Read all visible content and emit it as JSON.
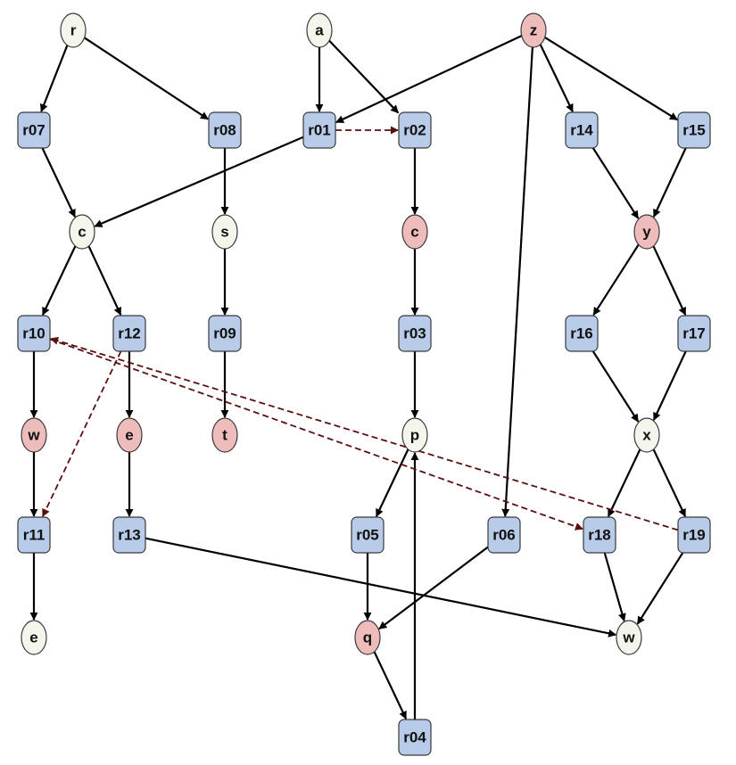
{
  "colors": {
    "rect_fill": "#b8cbe8",
    "rect_stroke": "#3a3a3a",
    "species_fill_default": "#f4f6ec",
    "species_fill_highlight": "#efbcbc",
    "edge": "#000000",
    "edge_modifier": "#5c0f0f"
  },
  "diagram": {
    "nodes": [
      {
        "id": "sp_r",
        "label": "r",
        "shape": "ellipse",
        "fill": "default"
      },
      {
        "id": "sp_a",
        "label": "a",
        "shape": "ellipse",
        "fill": "default"
      },
      {
        "id": "sp_z",
        "label": "z",
        "shape": "ellipse",
        "fill": "highlight"
      },
      {
        "id": "r07",
        "label": "r07",
        "shape": "rect"
      },
      {
        "id": "r08",
        "label": "r08",
        "shape": "rect"
      },
      {
        "id": "r01",
        "label": "r01",
        "shape": "rect"
      },
      {
        "id": "r02",
        "label": "r02",
        "shape": "rect"
      },
      {
        "id": "r14",
        "label": "r14",
        "shape": "rect"
      },
      {
        "id": "r15",
        "label": "r15",
        "shape": "rect"
      },
      {
        "id": "sp_c1",
        "label": "c",
        "shape": "ellipse",
        "fill": "default"
      },
      {
        "id": "sp_s",
        "label": "s",
        "shape": "ellipse",
        "fill": "default"
      },
      {
        "id": "sp_c2",
        "label": "c",
        "shape": "ellipse",
        "fill": "highlight"
      },
      {
        "id": "sp_y",
        "label": "y",
        "shape": "ellipse",
        "fill": "highlight"
      },
      {
        "id": "r10",
        "label": "r10",
        "shape": "rect"
      },
      {
        "id": "r12",
        "label": "r12",
        "shape": "rect"
      },
      {
        "id": "r09",
        "label": "r09",
        "shape": "rect"
      },
      {
        "id": "r03",
        "label": "r03",
        "shape": "rect"
      },
      {
        "id": "r16",
        "label": "r16",
        "shape": "rect"
      },
      {
        "id": "r17",
        "label": "r17",
        "shape": "rect"
      },
      {
        "id": "sp_w1",
        "label": "w",
        "shape": "ellipse",
        "fill": "highlight"
      },
      {
        "id": "sp_e1",
        "label": "e",
        "shape": "ellipse",
        "fill": "highlight"
      },
      {
        "id": "sp_t",
        "label": "t",
        "shape": "ellipse",
        "fill": "highlight"
      },
      {
        "id": "sp_p",
        "label": "p",
        "shape": "ellipse",
        "fill": "default"
      },
      {
        "id": "sp_x",
        "label": "x",
        "shape": "ellipse",
        "fill": "default"
      },
      {
        "id": "r11",
        "label": "r11",
        "shape": "rect"
      },
      {
        "id": "r13",
        "label": "r13",
        "shape": "rect"
      },
      {
        "id": "r05",
        "label": "r05",
        "shape": "rect"
      },
      {
        "id": "r06",
        "label": "r06",
        "shape": "rect"
      },
      {
        "id": "r18",
        "label": "r18",
        "shape": "rect"
      },
      {
        "id": "r19",
        "label": "r19",
        "shape": "rect"
      },
      {
        "id": "sp_e2",
        "label": "e",
        "shape": "ellipse",
        "fill": "default"
      },
      {
        "id": "sp_q",
        "label": "q",
        "shape": "ellipse",
        "fill": "highlight"
      },
      {
        "id": "sp_w2",
        "label": "w",
        "shape": "ellipse",
        "fill": "default"
      },
      {
        "id": "r04",
        "label": "r04",
        "shape": "rect"
      }
    ],
    "edges": [
      {
        "from": "sp_r",
        "to": "r07"
      },
      {
        "from": "sp_r",
        "to": "r08"
      },
      {
        "from": "sp_a",
        "to": "r01"
      },
      {
        "from": "sp_a",
        "to": "r02"
      },
      {
        "from": "sp_z",
        "to": "r01"
      },
      {
        "from": "sp_z",
        "to": "r14"
      },
      {
        "from": "sp_z",
        "to": "r15"
      },
      {
        "from": "sp_z",
        "to": "r06"
      },
      {
        "from": "r07",
        "to": "sp_c1"
      },
      {
        "from": "r01",
        "to": "sp_c1"
      },
      {
        "from": "r08",
        "to": "sp_s"
      },
      {
        "from": "r02",
        "to": "sp_c2"
      },
      {
        "from": "r14",
        "to": "sp_y"
      },
      {
        "from": "r15",
        "to": "sp_y"
      },
      {
        "from": "sp_c1",
        "to": "r10"
      },
      {
        "from": "sp_c1",
        "to": "r12"
      },
      {
        "from": "sp_s",
        "to": "r09"
      },
      {
        "from": "sp_c2",
        "to": "r03"
      },
      {
        "from": "sp_y",
        "to": "r16"
      },
      {
        "from": "sp_y",
        "to": "r17"
      },
      {
        "from": "r10",
        "to": "sp_w1"
      },
      {
        "from": "r12",
        "to": "sp_e1"
      },
      {
        "from": "r09",
        "to": "sp_t"
      },
      {
        "from": "r03",
        "to": "sp_p"
      },
      {
        "from": "r16",
        "to": "sp_x"
      },
      {
        "from": "r17",
        "to": "sp_x"
      },
      {
        "from": "sp_w1",
        "to": "r11"
      },
      {
        "from": "sp_e1",
        "to": "r13"
      },
      {
        "from": "sp_p",
        "to": "r05"
      },
      {
        "from": "sp_x",
        "to": "r18"
      },
      {
        "from": "sp_x",
        "to": "r19"
      },
      {
        "from": "r11",
        "to": "sp_e2"
      },
      {
        "from": "r05",
        "to": "sp_q"
      },
      {
        "from": "r06",
        "to": "sp_q"
      },
      {
        "from": "r13",
        "to": "sp_w2"
      },
      {
        "from": "r18",
        "to": "sp_w2"
      },
      {
        "from": "r19",
        "to": "sp_w2"
      },
      {
        "from": "sp_q",
        "to": "r04"
      },
      {
        "from": "r04",
        "to": "sp_p"
      },
      {
        "from": "r01",
        "to": "r02",
        "style": "dashed"
      },
      {
        "from": "r12",
        "to": "r11",
        "style": "dashed"
      },
      {
        "from": "r10",
        "to": "r18",
        "style": "dashed"
      },
      {
        "from": "r19",
        "to": "r10",
        "style": "dashed"
      }
    ]
  }
}
